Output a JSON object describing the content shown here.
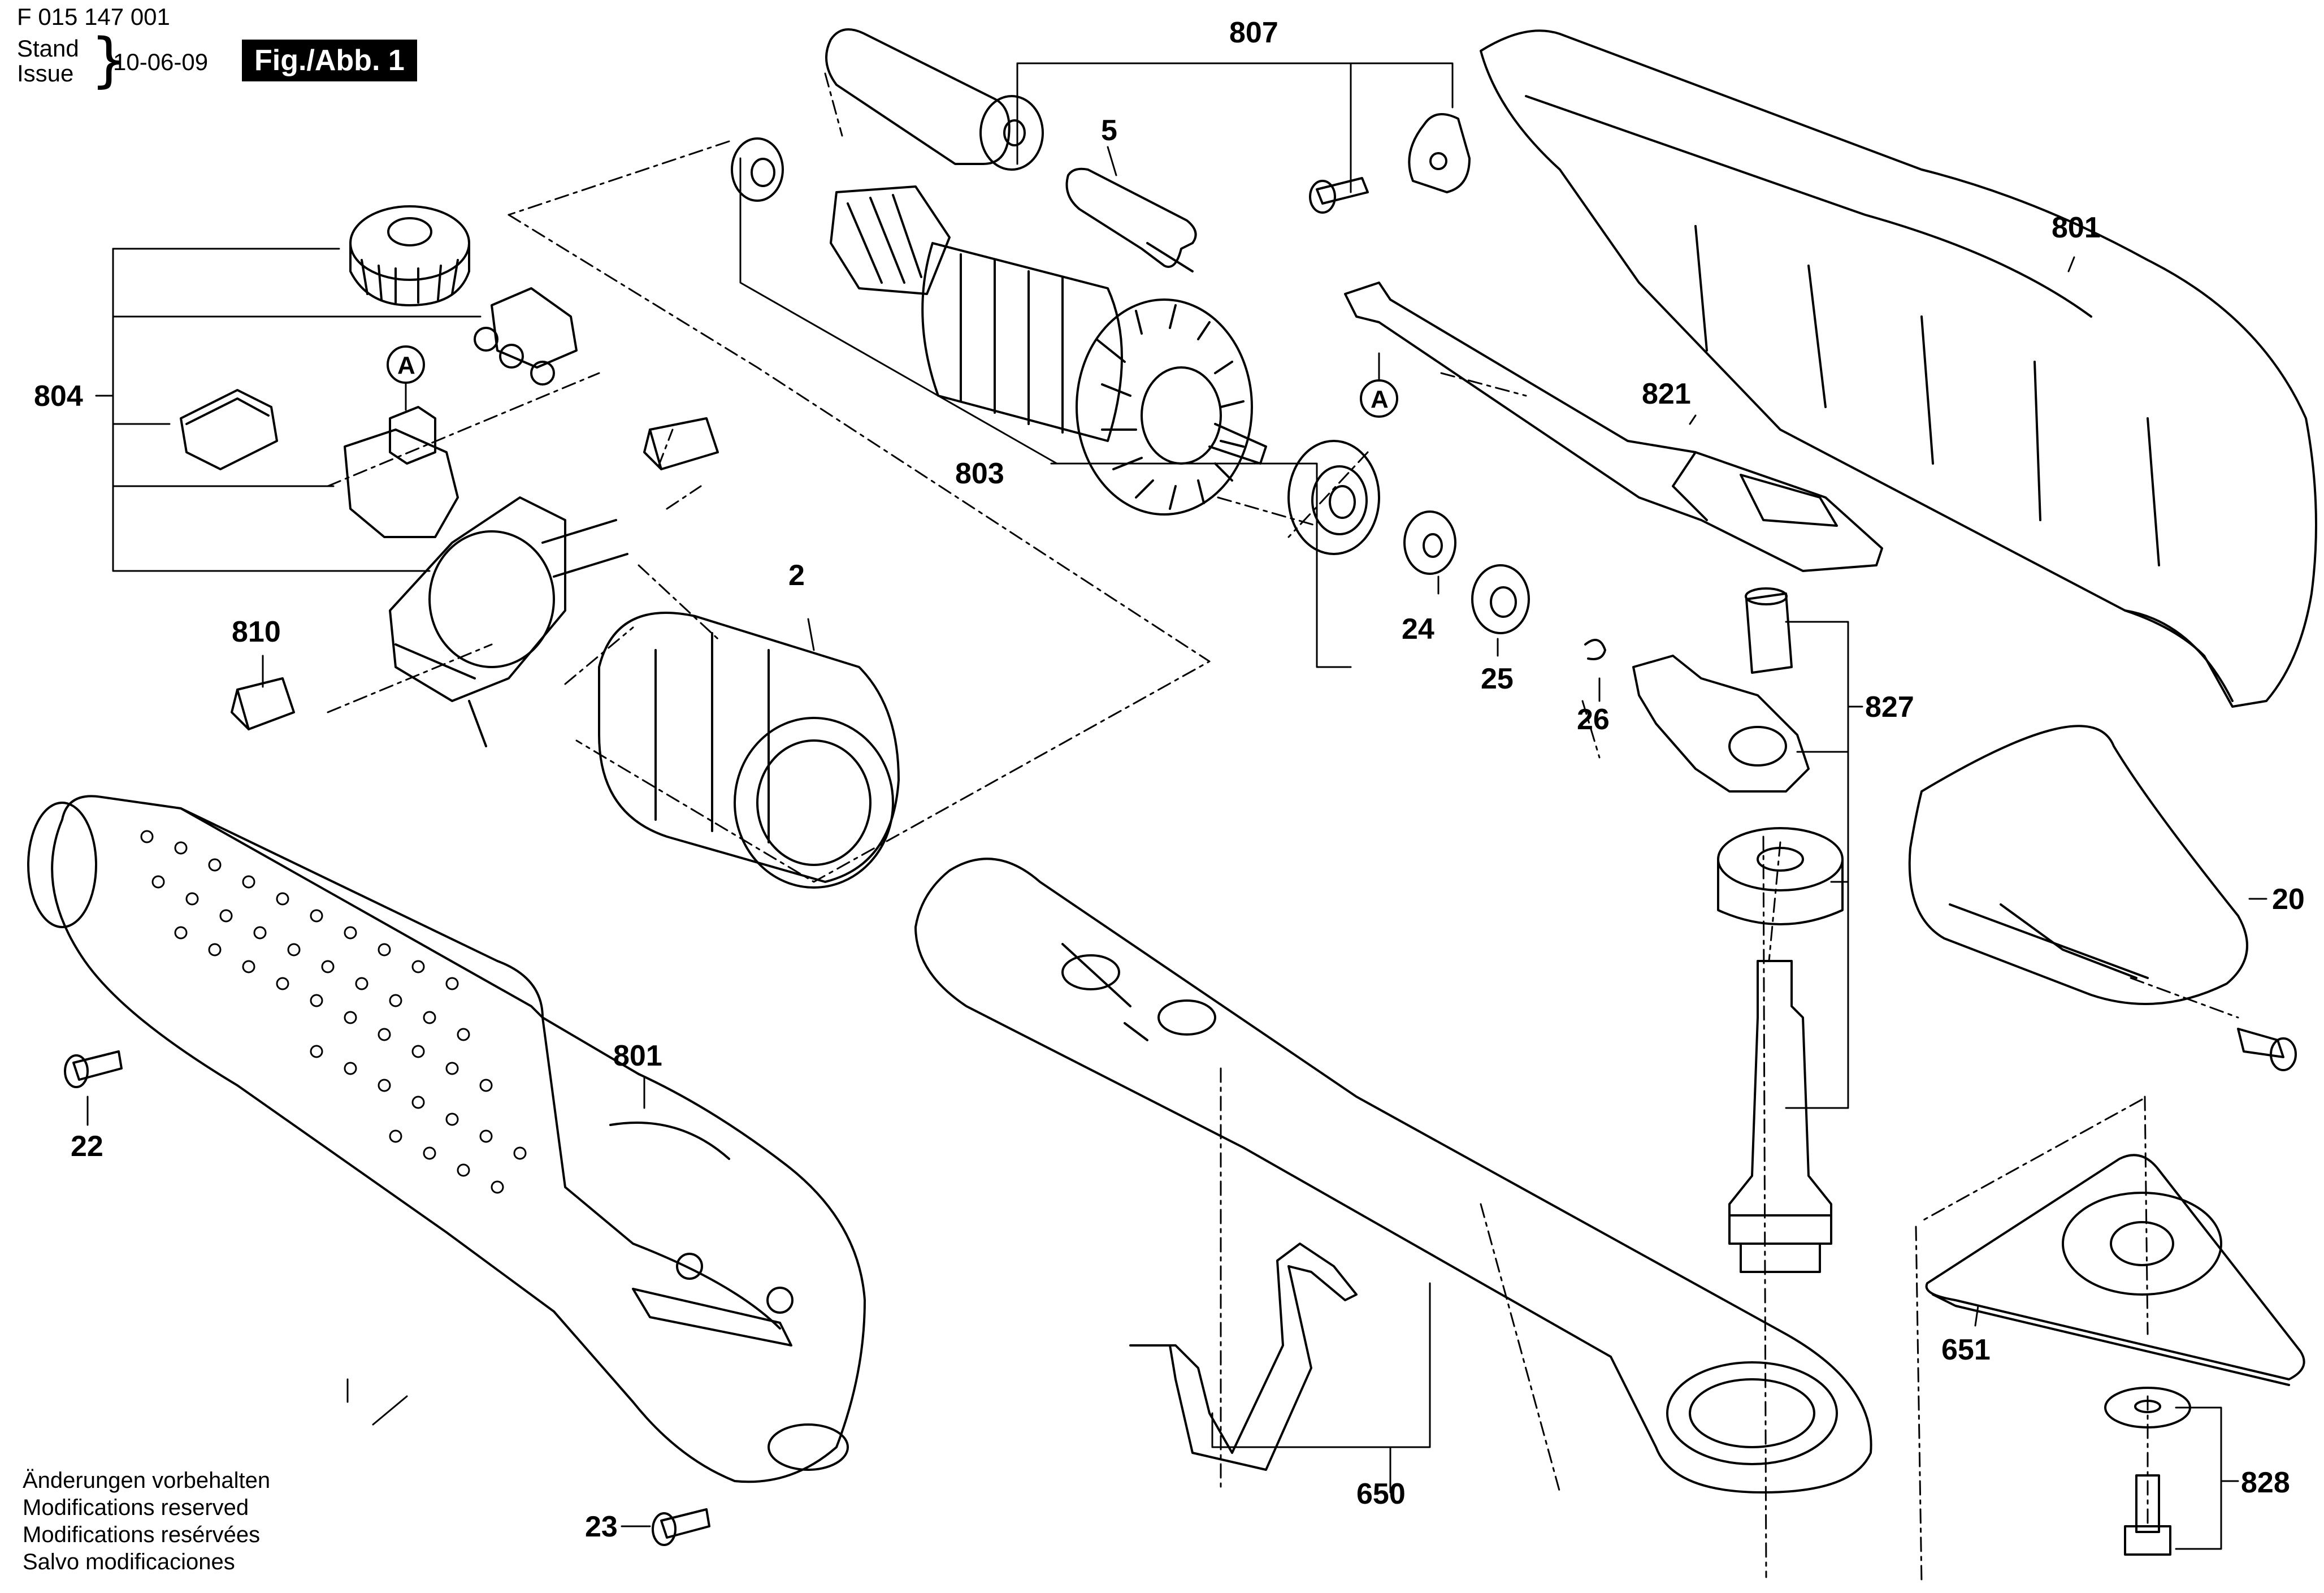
{
  "header": {
    "doc_number": "F 015 147 001",
    "stand_issue": [
      "Stand",
      "Issue"
    ],
    "issue_date": "10-06-09",
    "figure_label": "Fig./Abb. 1"
  },
  "notice": [
    "Änderungen vorbehalten",
    "Modifications reserved",
    "Modifications resérvées",
    "Salvo modificaciones"
  ],
  "callouts": {
    "p807": "807",
    "p5": "5",
    "p801_top": "801",
    "p804": "804",
    "p821": "821",
    "p803": "803",
    "p2": "2",
    "p810": "810",
    "p24": "24",
    "p25": "25",
    "p26": "26",
    "p827": "827",
    "p20": "20",
    "p801_bottom": "801",
    "p22": "22",
    "p23": "23",
    "p650": "650",
    "p651": "651",
    "p828": "828",
    "ref_a_left": "A",
    "ref_a_right": "A"
  }
}
